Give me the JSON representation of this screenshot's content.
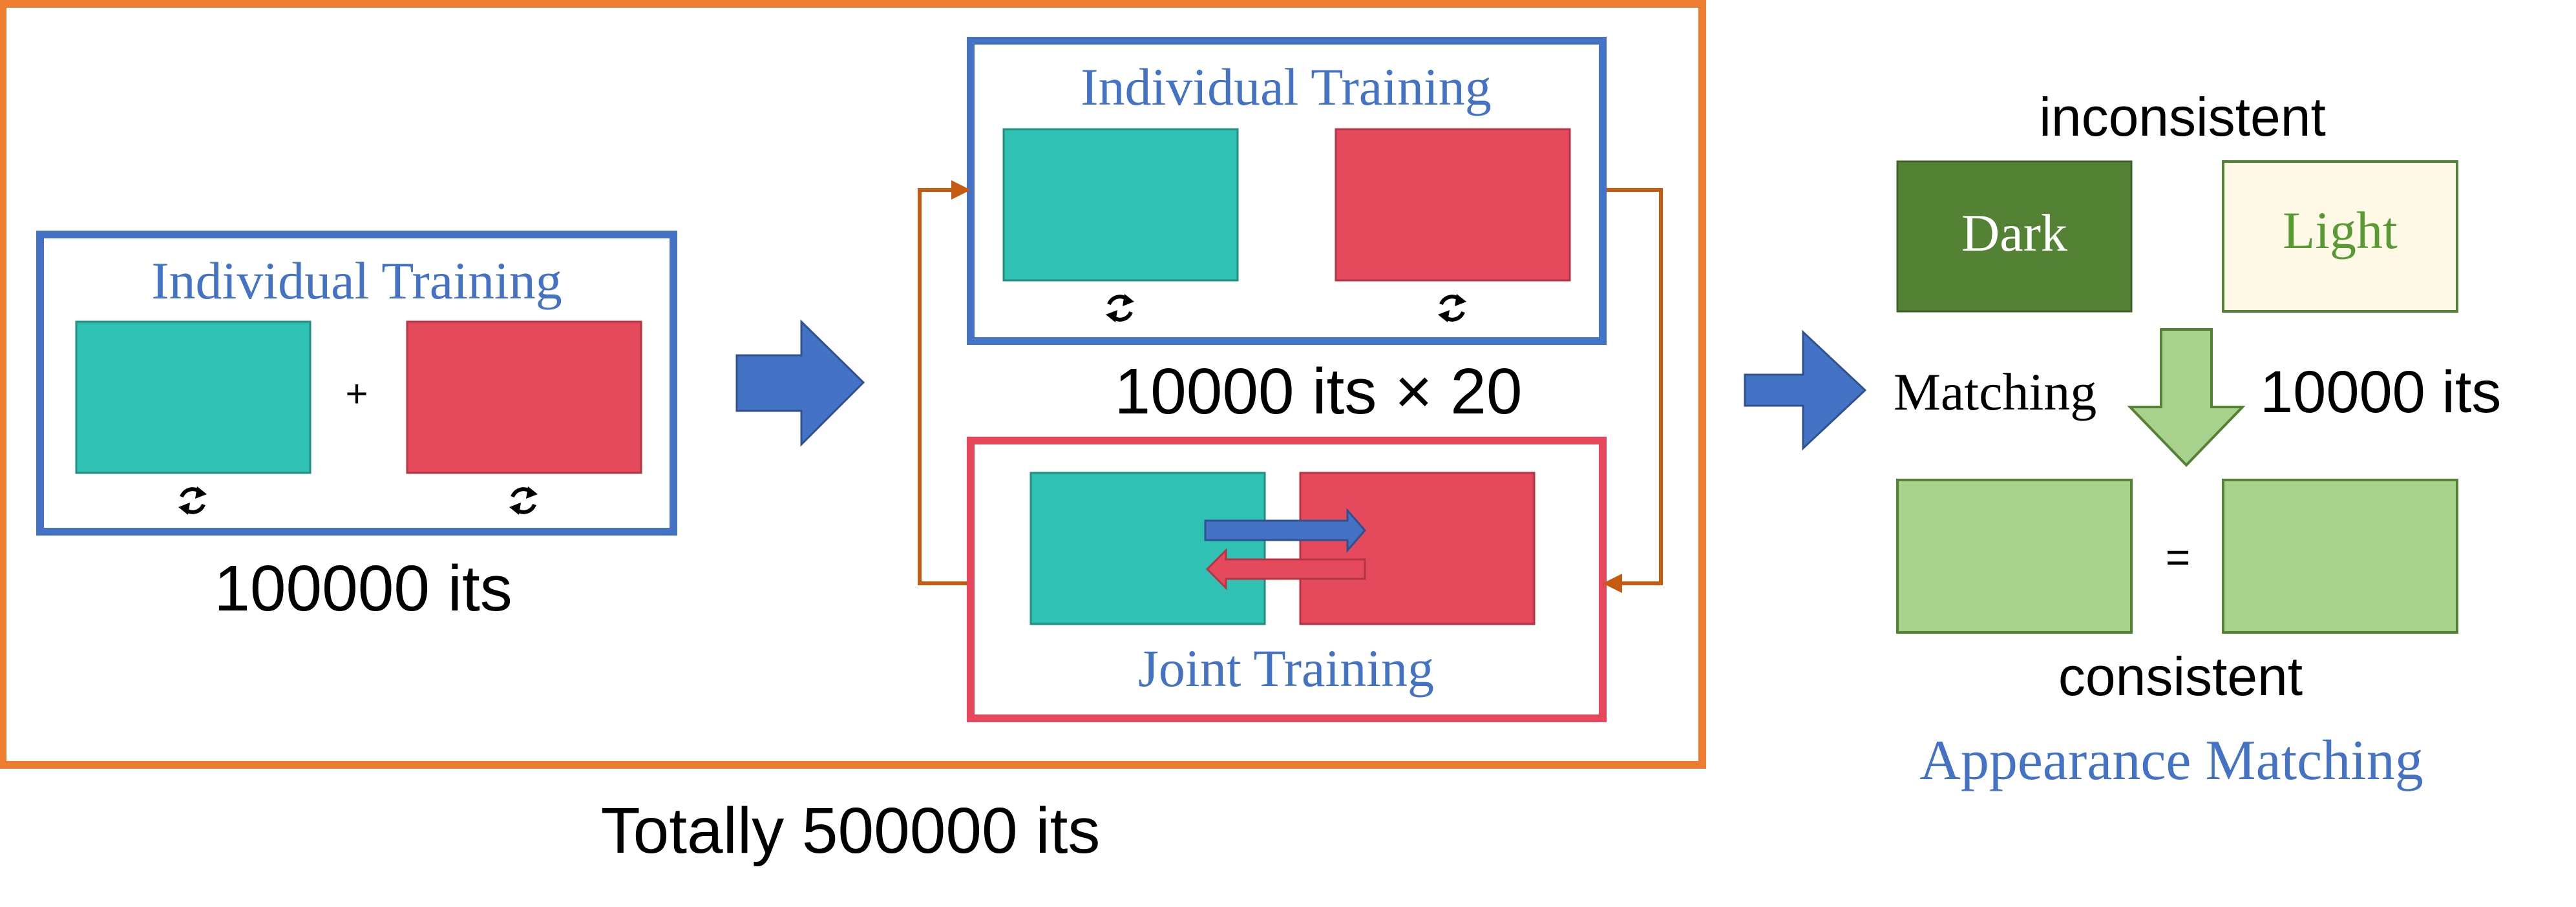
{
  "stage1": {
    "title": "Individual Training",
    "plus": "+",
    "iterations": "100000 its"
  },
  "stage2": {
    "individual_title": "Individual Training",
    "iterations": "10000 its × 20",
    "joint_title": "Joint Training"
  },
  "total": "Totally 500000 its",
  "appearance": {
    "top_label": "inconsistent",
    "dark": "Dark",
    "light": "Light",
    "matching": "Matching",
    "iterations": "10000 its",
    "equals": "=",
    "bottom_label": "consistent",
    "caption": "Appearance Matching"
  },
  "colors": {
    "outer_frame": "#ED7D31",
    "blue_frame": "#4472C4",
    "red_frame": "#E6475A",
    "teal": "#2EC1B4",
    "red": "#E44A5C",
    "loop_arrow": "#C55A11",
    "dark_green": "#548235",
    "light_bg": "#FEF9E6",
    "light_text": "#5A9A32",
    "pale_green": "#A9D18E",
    "title_blue": "#4472C4"
  },
  "icons": {
    "cycle": "refresh-icon",
    "flow": "right-arrow-icon",
    "down": "down-arrow-icon"
  }
}
